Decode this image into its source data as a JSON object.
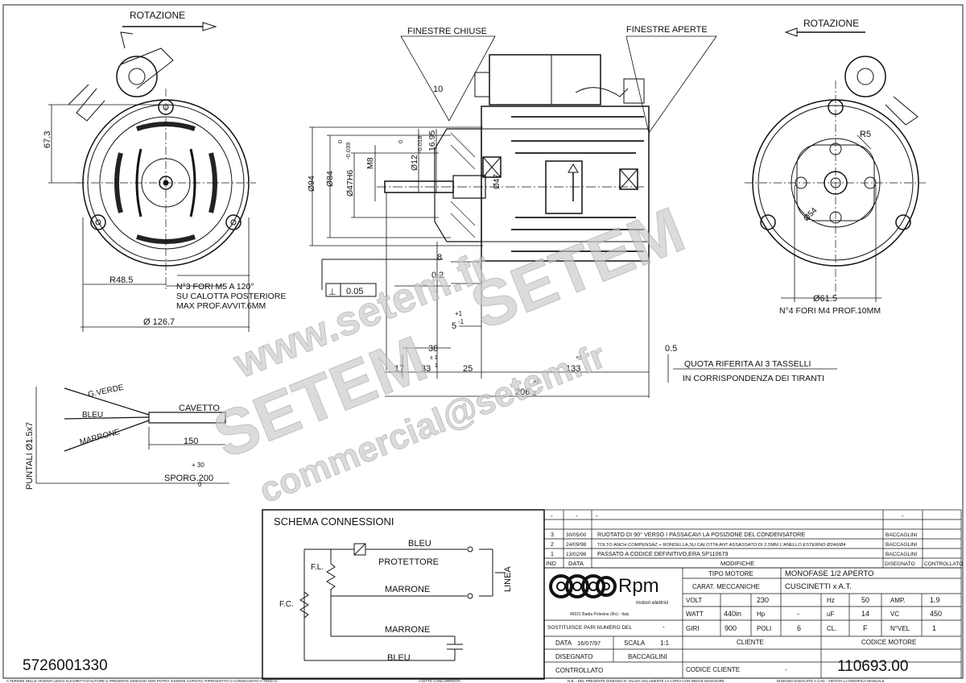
{
  "labels": {
    "rotazione_left": "ROTAZIONE",
    "rotazione_right": "ROTAZIONE",
    "finestre_chiuse": "FINESTRE CHIUSE",
    "finestre_aperte": "FINESTRE APERTE"
  },
  "front_view": {
    "dim_height": "67.3",
    "dim_radius": "R48.5",
    "holes_note": "N°3 FORI M5 A 120°",
    "note_line2": "SU CALOTTA POSTERIORE",
    "note_line3": "MAX PROF.AVVIT.6MM",
    "dim_diameter": "Ø 126.7"
  },
  "side_view": {
    "dim_10": "10",
    "dim_1695": "16.95",
    "tol_12_upper": "0",
    "tol_12_lower": "-0.018",
    "dim_12": "Ø12",
    "tol_47_upper": "0",
    "tol_47_lower": "-0.039",
    "dim_94": "Ø94",
    "dim_84": "Ø84",
    "dim_47": "Ø47H6",
    "dim_m8": "M8",
    "dim_47_2": "Ø47",
    "dim_8": "8",
    "dim_02": "0.2",
    "tolerance_box": "0.05",
    "tol_plus1_a": "+1",
    "dim_5": "5",
    "tol_minus1": "-1",
    "dim_38": "38",
    "tol_pm1": "± 1",
    "dim_17": "17",
    "dim_33": "33",
    "tol_1": "1",
    "dim_25": "25",
    "dim_05": "0.5",
    "tol_133": "+1",
    "dim_133": "133",
    "tol_206_upper": "+2",
    "tol_206_lower": "2",
    "dim_206": "206",
    "note_line1": "QUOTA RIFERITA AI 3 TASSELLI",
    "note_line2": "IN CORRISPONDENZA DEI TIRANTI"
  },
  "rear_view": {
    "dim_r5": "R5",
    "dim_54": "Ø54",
    "dim_615": "Ø61.5",
    "holes_note": "N°4 FORI M4 PROF.10MM"
  },
  "cable": {
    "gverde": "G.VERDE",
    "bleu": "BLEU",
    "marrone": "MARRONE",
    "cavetto": "CAVETTO",
    "dim_150": "150",
    "puntali": "PUNTALI Ø1.5x7",
    "tol_30": "+ 30",
    "sporg": "SPORG.200",
    "tol_0": "0"
  },
  "schema": {
    "title": "SCHEMA CONNESSIONI",
    "bleu_top": "BLEU",
    "protettore": "PROTETTORE",
    "fl": "F.L.",
    "marrone_mid": "MARRONE",
    "fc": "F.C.",
    "marrone_low": "MARRONE",
    "bleu_bottom": "BLEU",
    "linea": "LINEA"
  },
  "code_left": "5726001330",
  "revisions": {
    "rows": [
      {
        "ind": "-",
        "data": "-",
        "mod": "-",
        "dis": "-"
      },
      {
        "ind": "3",
        "data": "30/05/00",
        "mod": "RUOTATO DI 90° VERSO I PASSACAVI LA POSIZIONE DEL CONDENSATORE",
        "dis": "BACCAGLINI"
      },
      {
        "ind": "2",
        "data": "24/09/98",
        "mod": "TOLTO ANCH COMPENSAZ.+ RONDELLA,SU CALOTTA ANT.ASSASSATO DI 2.5MM L'ANELLO ESTERNO Ø240/Ø4",
        "dis": "BACCAGLINI"
      },
      {
        "ind": "1",
        "data": "13/02/98",
        "mod": "PASSATO A CODICE DEFINITIVO,ERA SP110679",
        "dis": "BACCAGLINI"
      }
    ],
    "headers": {
      "ind": "IND",
      "data": "DATA",
      "mod": "MODIFICHE",
      "dis": "DISEGNATO",
      "ctrl": "CONTROLLATO"
    }
  },
  "company": {
    "name": "Rpm",
    "sub": "motori elettrici",
    "address": "45021 Badia Polesine (Ro) - Italy"
  },
  "specs": {
    "tipo_label": "TIPO MOTORE",
    "tipo": "MONOFASE 1/2 APERTO",
    "carat_label": "CARAT. MECCANICHE",
    "carat": "CUSCINETTI x A.T.",
    "volt_label": "VOLT",
    "volt": "230",
    "hz_label": "Hz",
    "hz": "50",
    "amp_label": "AMP.",
    "amp": "1.9",
    "watt_label": "WATT",
    "watt": "440in",
    "hp_label": "Hp",
    "hp": "-",
    "uf_label": "uF",
    "uf": "14",
    "vc_label": "VC",
    "vc": "450",
    "giri_label": "GIRI",
    "giri": "900",
    "poli_label": "POLI",
    "poli": "6",
    "cl_label": "CL.",
    "cl": "F",
    "nvel_label": "N°VEL",
    "nvel": "1"
  },
  "title_block": {
    "sost_label": "SOSTITUISCE PARI NUMERO DEL",
    "sost": "-",
    "data_label": "DATA",
    "data": "16/07/97",
    "scala_label": "SCALA",
    "scala": "1:1",
    "disegnato_label": "DISEGNATO",
    "disegnato": "BACCAGLINI",
    "controllato_label": "CONTROLLATO",
    "cliente_label": "CLIENTE",
    "codice_cliente_label": "CODICE CLIENTE",
    "codice_cliente": "-",
    "codice_motore_label": "CODICE MOTORE",
    "codice_motore": "110693.00"
  },
  "footer": {
    "left": "A TERMINI DELLE VIGENTI LEGGI SUI DIRITTI D'AUTORE IL PRESENTE DISEGNO NON POTRA' ESSERE COPIATO, RIPRODOTTO O CONSEGNATO A TERZI O",
    "mid": "A DITTE CONCORRENTI",
    "right": "N.B. - DEL PRESENTE DISEGNO E' VALIDA SOLAMENTE LA COPIA CON INDICE MAGGIORE",
    "far_right": "DISEGNO ESEGUITO A CAD - VIETATA LA MODIFICA MANUALE"
  },
  "watermark": {
    "w1": "www.setem.fr",
    "w2": "SETEM",
    "w3": "SETEM",
    "w4": "commercial@setem.fr"
  }
}
